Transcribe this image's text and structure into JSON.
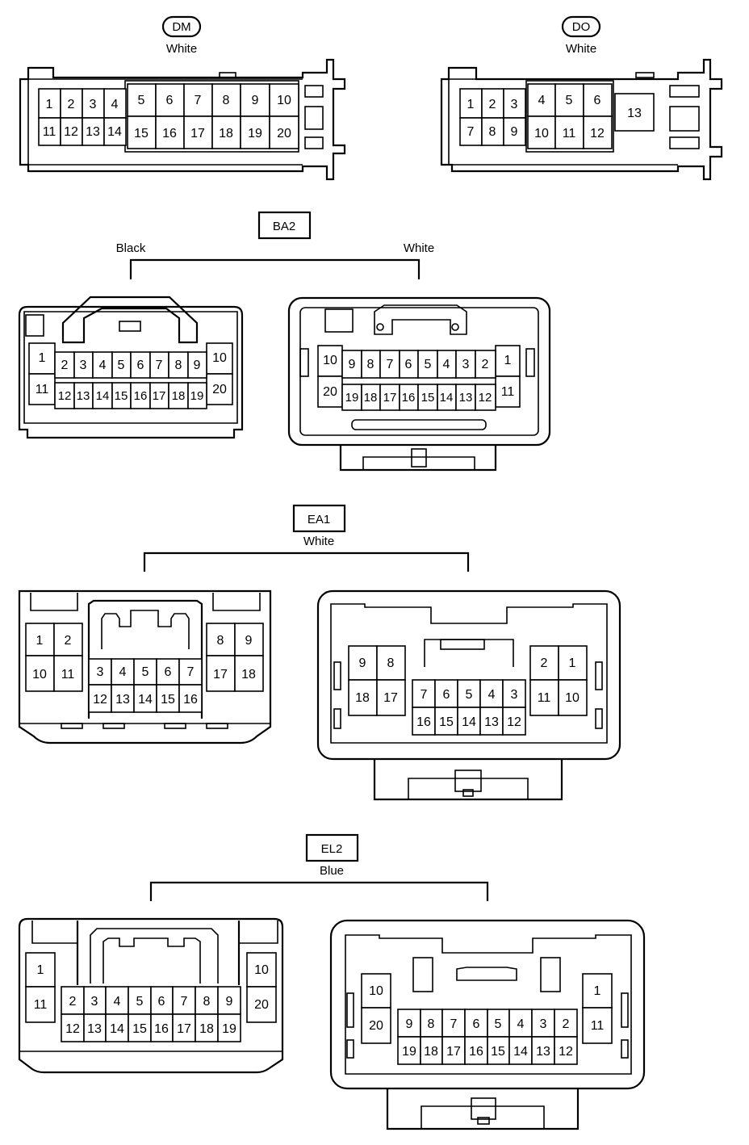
{
  "connectors": {
    "dm": {
      "code": "DM",
      "color": "White",
      "pins": [
        "1",
        "2",
        "3",
        "4",
        "5",
        "6",
        "7",
        "8",
        "9",
        "10",
        "11",
        "12",
        "13",
        "14",
        "15",
        "16",
        "17",
        "18",
        "19",
        "20"
      ]
    },
    "do": {
      "code": "DO",
      "color": "White",
      "pins": [
        "1",
        "2",
        "3",
        "4",
        "5",
        "6",
        "7",
        "8",
        "9",
        "10",
        "11",
        "12",
        "13"
      ]
    },
    "ba2": {
      "code": "BA2",
      "left_color": "Black",
      "right_color": "White",
      "pins": [
        "1",
        "2",
        "3",
        "4",
        "5",
        "6",
        "7",
        "8",
        "9",
        "10",
        "11",
        "12",
        "13",
        "14",
        "15",
        "16",
        "17",
        "18",
        "19",
        "20"
      ]
    },
    "ea1": {
      "code": "EA1",
      "color": "White",
      "pins": [
        "1",
        "2",
        "3",
        "4",
        "5",
        "6",
        "7",
        "8",
        "9",
        "10",
        "11",
        "12",
        "13",
        "14",
        "15",
        "16",
        "17",
        "18"
      ]
    },
    "el2": {
      "code": "EL2",
      "color": "Blue",
      "pins": [
        "1",
        "2",
        "3",
        "4",
        "5",
        "6",
        "7",
        "8",
        "9",
        "10",
        "11",
        "12",
        "13",
        "14",
        "15",
        "16",
        "17",
        "18",
        "19",
        "20"
      ]
    }
  }
}
